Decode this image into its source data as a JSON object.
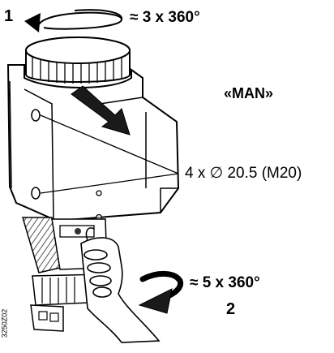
{
  "labels": {
    "step1": "1",
    "rotation1": "≈ 3 x 360°",
    "manual_mode": "«MAN»",
    "holes": "4 x ∅ 20.5 (M20)",
    "rotation2": "≈ 5 x 360°",
    "step2": "2",
    "figure_code": "3250Z02"
  },
  "colors": {
    "stroke": "#000000",
    "fill": "#ffffff",
    "shade": "#9a9a9a",
    "dark": "#1a1a1a"
  }
}
